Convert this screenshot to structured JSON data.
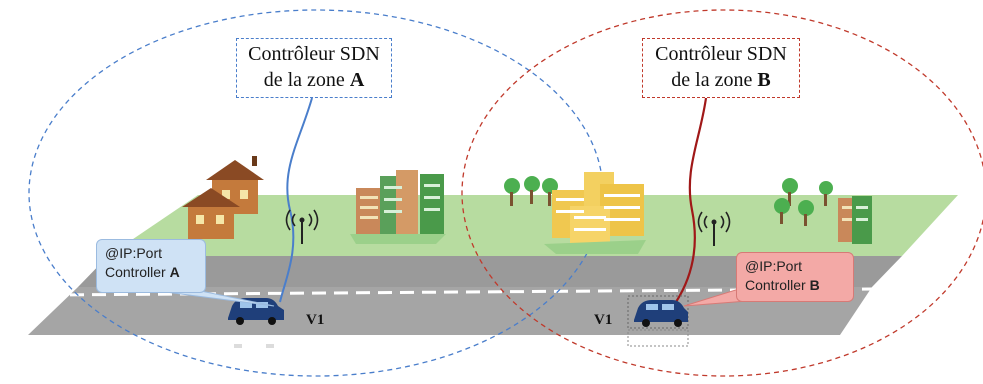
{
  "zone_a": {
    "controller_line1": "Contrôleur SDN",
    "controller_line2_prefix": "de la zone ",
    "controller_letter": "A",
    "callout_line1": "@IP:Port",
    "callout_line2_prefix": "Controller ",
    "callout_letter": "A",
    "vehicle_label": "V1",
    "color": "#4a7ecb"
  },
  "zone_b": {
    "controller_line1": "Contrôleur SDN",
    "controller_line2_prefix": "de la zone ",
    "controller_letter": "B",
    "callout_line1": "@IP:Port",
    "callout_line2_prefix": "Controller ",
    "callout_letter": "B",
    "vehicle_label": "V1",
    "color": "#c0392b"
  },
  "icons": [
    "antenna-icon",
    "house-icon",
    "building-icon",
    "tree-icon",
    "car-icon"
  ]
}
